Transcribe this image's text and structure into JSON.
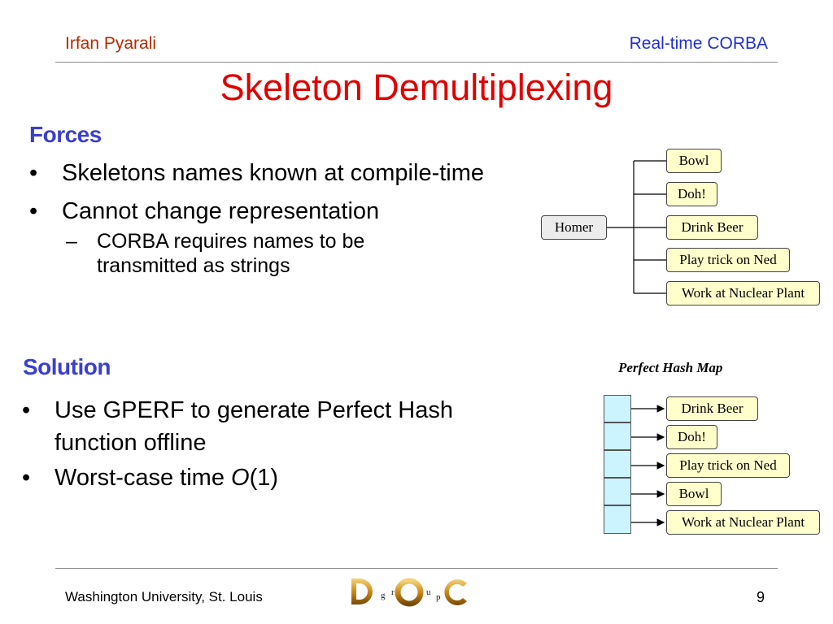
{
  "header": {
    "author": "Irfan Pyarali",
    "topic": "Real-time CORBA"
  },
  "title": "Skeleton Demultiplexing",
  "forces": {
    "heading": "Forces",
    "bullets": [
      {
        "text": "Skeletons names known at compile-time"
      },
      {
        "text": "Cannot change representation",
        "sub": "CORBA requires names to be transmitted as strings"
      }
    ]
  },
  "solution": {
    "heading": "Solution",
    "bullet1": "Use GPERF to generate Perfect Hash function offline",
    "bullet2_prefix": "Worst-case time ",
    "bullet2_italic": "O",
    "bullet2_suffix": "(1)"
  },
  "tree_diagram": {
    "root": "Homer",
    "children": [
      "Bowl",
      "Doh!",
      "Drink Beer",
      "Play trick on Ned",
      "Work at Nuclear Plant"
    ]
  },
  "hash_map": {
    "caption": "Perfect Hash Map",
    "entries": [
      "Drink Beer",
      "Doh!",
      "Play trick on Ned",
      "Bowl",
      "Work at Nuclear Plant"
    ]
  },
  "footer": {
    "institution": "Washington University, St. Louis",
    "page": "9",
    "logo": {
      "big_letters": [
        "D",
        "O",
        "C"
      ],
      "small_letters": [
        "g",
        "r",
        "u",
        "p"
      ],
      "name": "doc-group-logo"
    }
  },
  "colors": {
    "node_fill": "#ffffcc",
    "hash_cell_fill": "#ccf4ff",
    "title": "#e00000",
    "heading": "#3a3fd0"
  }
}
